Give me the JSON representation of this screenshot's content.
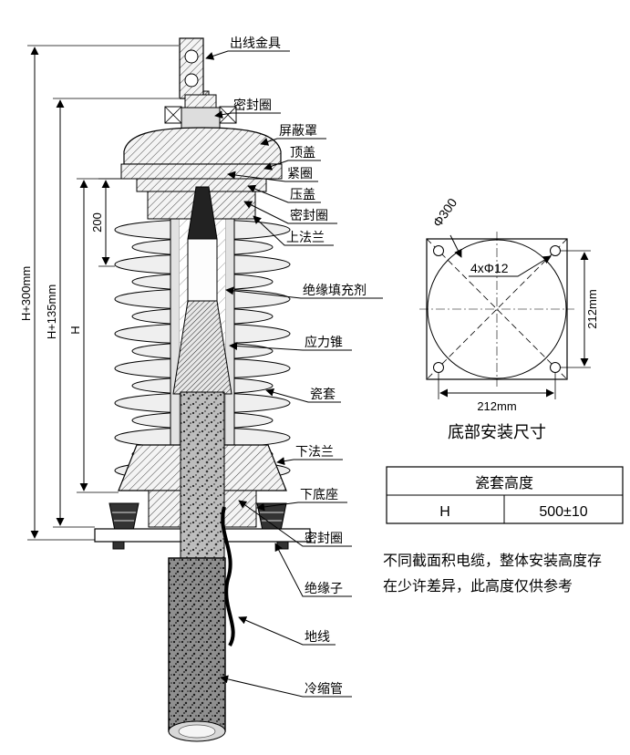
{
  "part_labels": {
    "outlet_fitting": "出线金具",
    "seal_ring_top": "密封圈",
    "shield_cover": "屏蔽罩",
    "top_cover": "顶盖",
    "tight_ring": "紧圈",
    "press_cover": "压盖",
    "seal_ring_upper": "密封圈",
    "upper_flange": "上法兰",
    "insulation_filler": "绝缘填充剂",
    "stress_cone": "应力锥",
    "porcelain_sleeve": "瓷套",
    "lower_flange": "下法兰",
    "lower_base": "下底座",
    "seal_ring_lower": "密封圈",
    "insulator": "绝缘子",
    "ground_wire": "地线",
    "cold_shrink_tube": "冷缩管"
  },
  "dimension_labels": {
    "h_plus_300": "H+300mm",
    "h_plus_135": "H+135mm",
    "h": "H",
    "len_200": "200"
  },
  "mounting_view": {
    "phi300": "Φ300",
    "holes": "4xΦ12",
    "width_212": "212mm",
    "height_212": "212mm",
    "caption": "底部安装尺寸"
  },
  "table": {
    "header": "瓷套高度",
    "row": {
      "label": "H",
      "value": "500±10"
    }
  },
  "note": {
    "line1": "不同截面积电缆，整体安装高度存",
    "line2": "在少许差异，此高度仅供参考"
  }
}
